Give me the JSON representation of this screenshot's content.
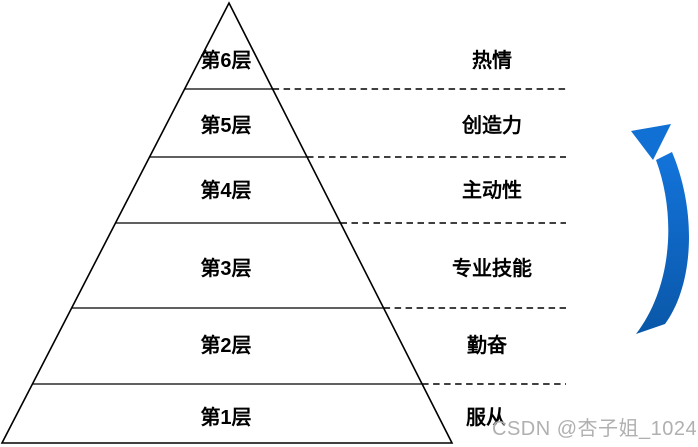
{
  "diagram": {
    "type": "pyramid",
    "levels": [
      {
        "label": "第6层",
        "trait": "热情"
      },
      {
        "label": "第5层",
        "trait": "创造力"
      },
      {
        "label": "第4层",
        "trait": "主动性"
      },
      {
        "label": "第3层",
        "trait": "专业技能"
      },
      {
        "label": "第2层",
        "trait": "勤奋"
      },
      {
        "label": "第1层",
        "trait": "服从"
      }
    ],
    "arrow": {
      "direction": "upward",
      "color_top": "#1173d9",
      "color_bottom": "#0a57a8"
    },
    "colors": {
      "outline": "#000000",
      "background": "#ffffff",
      "watermark": "#b0b0b0"
    },
    "watermark": "CSDN @杏子姐_1024"
  }
}
